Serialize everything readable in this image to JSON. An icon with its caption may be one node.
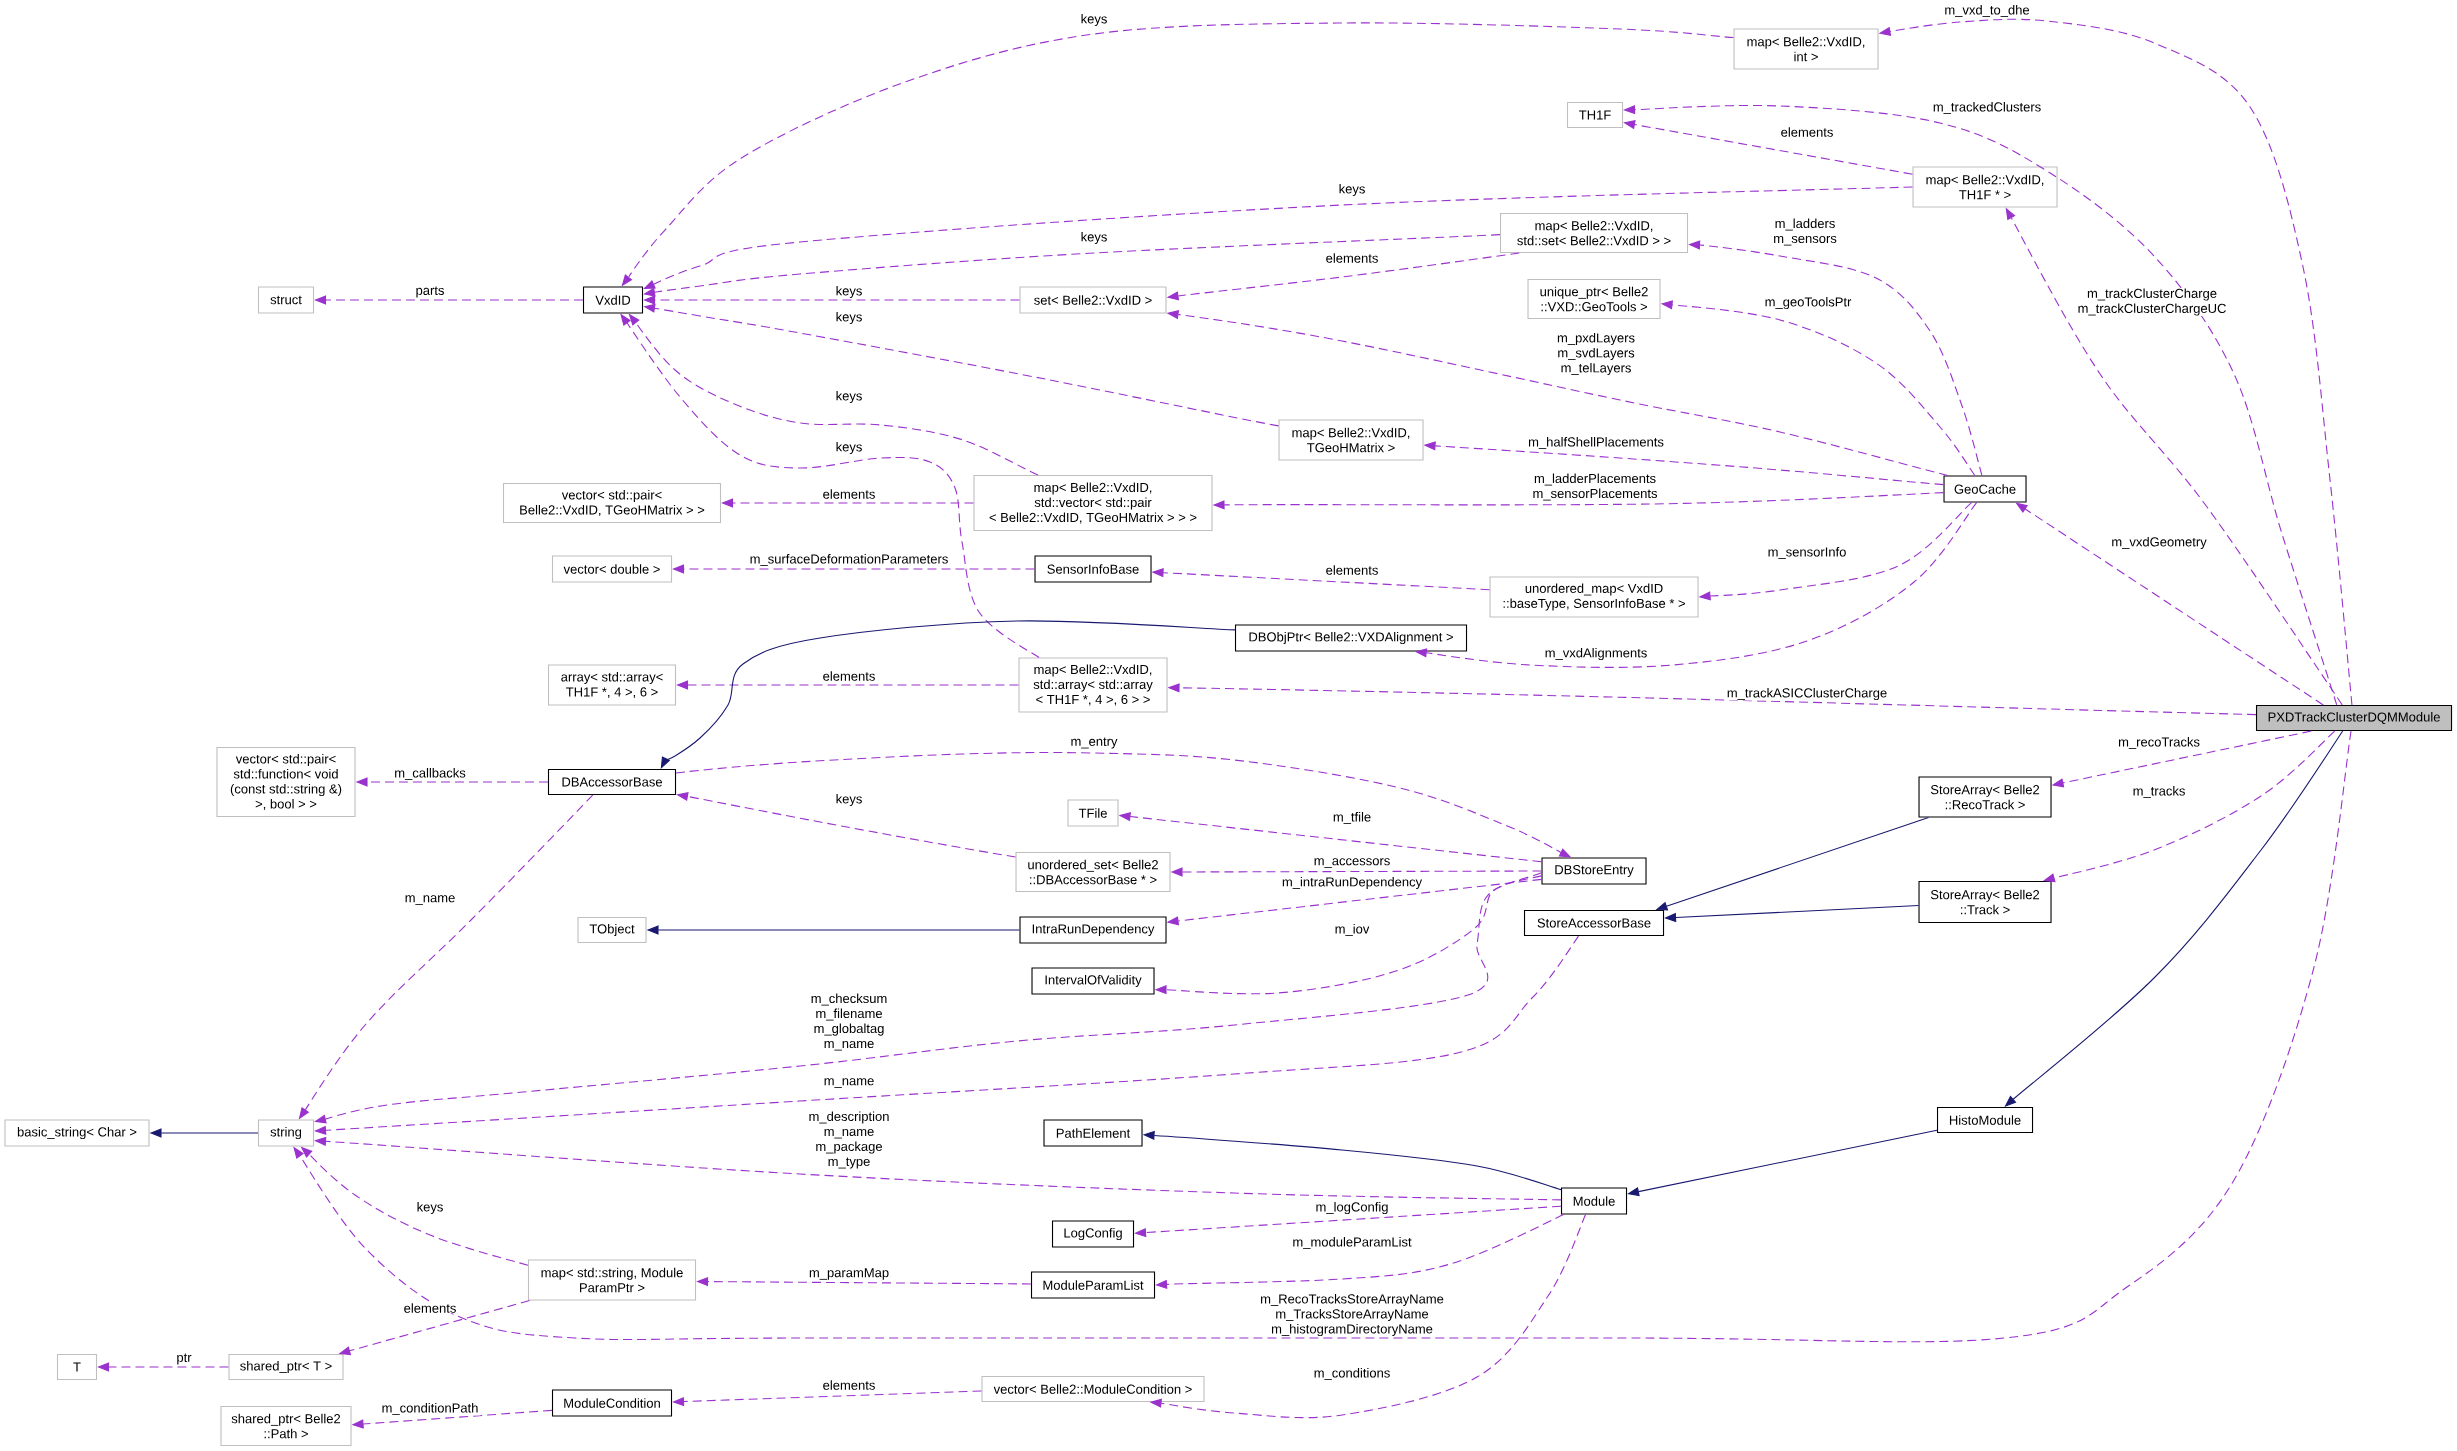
{
  "diagram": {
    "nodes": [
      {
        "text": [
          "map< Belle2::VxdID, int >"
        ]
      },
      {
        "text": [
          "TH1F"
        ]
      },
      {
        "text": [
          "map< Belle2::VxdID, TH1F * >"
        ]
      },
      {
        "text": [
          "map< Belle2::VxdID, std::set< Belle2::VxdID > >"
        ]
      },
      {
        "text": [
          "struct"
        ]
      },
      {
        "text": [
          "VxdID"
        ]
      },
      {
        "text": [
          "set< Belle2::VxdID >"
        ]
      },
      {
        "text": [
          "unique_ptr< Belle2 ::VXD::GeoTools >"
        ]
      },
      {
        "text": [
          "map< Belle2::VxdID, TGeoHMatrix >"
        ]
      },
      {
        "text": [
          "GeoCache"
        ]
      },
      {
        "text": [
          "vector< std::pair< Belle2::VxdID, TGeoHMatrix > >"
        ]
      },
      {
        "text": [
          "map< Belle2::VxdID, std::vector< std::pair < Belle2::VxdID, TGeoHMatrix > > >"
        ]
      },
      {
        "text": [
          "vector< double >"
        ]
      },
      {
        "text": [
          "SensorInfoBase"
        ]
      },
      {
        "text": [
          "unordered_map< VxdID ::baseType, SensorInfoBase * >"
        ]
      },
      {
        "text": [
          "DBObjPtr< Belle2::VXDAlignment >"
        ]
      },
      {
        "text": [
          "array< std::array< TH1F *, 4 >, 6 >"
        ]
      },
      {
        "text": [
          "map< Belle2::VxdID, std::array< std::array < TH1F *, 4 >, 6 > >"
        ]
      },
      {
        "text": [
          "PXDTrackClusterDQMModule"
        ]
      },
      {
        "text": [
          "vector< std::pair< std::function< void (const std::string &) >, bool > >"
        ]
      },
      {
        "text": [
          "DBAccessorBase"
        ]
      },
      {
        "text": [
          "StoreArray< Belle2 ::RecoTrack >"
        ]
      },
      {
        "text": [
          "TFile"
        ]
      },
      {
        "text": [
          "DBStoreEntry"
        ]
      },
      {
        "text": [
          "unordered_set< Belle2 ::DBAccessorBase * >"
        ]
      },
      {
        "text": [
          "StoreArray< Belle2 ::Track >"
        ]
      },
      {
        "text": [
          "StoreAccessorBase"
        ]
      },
      {
        "text": [
          "TObject"
        ]
      },
      {
        "text": [
          "IntraRunDependency"
        ]
      },
      {
        "text": [
          "IntervalOfValidity"
        ]
      },
      {
        "text": [
          "HistoModule"
        ]
      },
      {
        "text": [
          "basic_string< Char >"
        ]
      },
      {
        "text": [
          "string"
        ]
      },
      {
        "text": [
          "PathElement"
        ]
      },
      {
        "text": [
          "Module"
        ]
      },
      {
        "text": [
          "LogConfig"
        ]
      },
      {
        "text": [
          "map< std::string, Module ParamPtr >"
        ]
      },
      {
        "text": [
          "ModuleParamList"
        ]
      },
      {
        "text": [
          "T"
        ]
      },
      {
        "text": [
          "shared_ptr< T >"
        ]
      },
      {
        "text": [
          "vector< Belle2::ModuleCondition >"
        ]
      },
      {
        "text": [
          "ModuleCondition"
        ]
      },
      {
        "text": [
          "shared_ptr< Belle2 ::Path >"
        ]
      }
    ],
    "edges": [
      {
        "from": 5,
        "to": 4,
        "arrow": "to",
        "label": "parts",
        "style": "dashed"
      },
      {
        "from": 0,
        "to": 5,
        "arrow": "to",
        "label": "keys",
        "style": "dashed"
      },
      {
        "from": 2,
        "to": 5,
        "arrow": "to",
        "label": "keys",
        "style": "dashed"
      },
      {
        "from": 3,
        "to": 5,
        "arrow": "to",
        "label": "keys",
        "style": "dashed"
      },
      {
        "from": 6,
        "to": 5,
        "arrow": "to",
        "label": "keys",
        "style": "dashed"
      },
      {
        "from": 8,
        "to": 5,
        "arrow": "to",
        "label": "keys",
        "style": "dashed"
      },
      {
        "from": 11,
        "to": 5,
        "arrow": "to",
        "label": "keys",
        "style": "dashed"
      },
      {
        "from": 17,
        "to": 5,
        "arrow": "to",
        "label": "keys",
        "style": "dashed"
      },
      {
        "from": 2,
        "to": 1,
        "arrow": "to",
        "label": "elements",
        "style": "dashed"
      },
      {
        "from": 18,
        "to": 1,
        "arrow": "to",
        "label": "m_trackedClusters",
        "style": "dashed"
      },
      {
        "from": 18,
        "to": 0,
        "arrow": "to",
        "label": "m_vxd_to_dhe",
        "style": "dashed"
      },
      {
        "from": 3,
        "to": 6,
        "arrow": "to",
        "label": "elements",
        "style": "dashed"
      },
      {
        "from": 9,
        "to": 3,
        "arrow": "to",
        "label": "m_ladders m_sensors",
        "style": "dashed"
      },
      {
        "from": 9,
        "to": 7,
        "arrow": "to",
        "label": "m_geoToolsPtr",
        "style": "dashed"
      },
      {
        "from": 9,
        "to": 6,
        "arrow": "to",
        "label": "m_pxdLayers m_svdLayers m_telLayers",
        "style": "dashed"
      },
      {
        "from": 9,
        "to": 8,
        "arrow": "to",
        "label": "m_halfShellPlacements",
        "style": "dashed"
      },
      {
        "from": 9,
        "to": 11,
        "arrow": "to",
        "label": "m_ladderPlacements m_sensorPlacements",
        "style": "dashed"
      },
      {
        "from": 9,
        "to": 14,
        "arrow": "to",
        "label": "m_sensorInfo",
        "style": "dashed"
      },
      {
        "from": 9,
        "to": 15,
        "arrow": "to",
        "label": "m_vxdAlignments",
        "style": "dashed"
      },
      {
        "from": 11,
        "to": 10,
        "arrow": "to",
        "label": "elements",
        "style": "dashed"
      },
      {
        "from": 13,
        "to": 12,
        "arrow": "to",
        "label": "m_surfaceDeformationParameters",
        "style": "dashed"
      },
      {
        "from": 14,
        "to": 13,
        "arrow": "to",
        "label": "elements",
        "style": "dashed"
      },
      {
        "from": 17,
        "to": 16,
        "arrow": "to",
        "label": "elements",
        "style": "dashed"
      },
      {
        "from": 18,
        "to": 17,
        "arrow": "to",
        "label": "m_trackASICClusterCharge",
        "style": "dashed"
      },
      {
        "from": 18,
        "to": 2,
        "arrow": "to",
        "label": "m_trackClusterCharge m_trackClusterChargeUC",
        "style": "dashed"
      },
      {
        "from": 18,
        "to": 9,
        "arrow": "to",
        "label": "m_vxdGeometry",
        "style": "dashed"
      },
      {
        "from": 20,
        "to": 19,
        "arrow": "to",
        "label": "m_callbacks",
        "style": "dashed"
      },
      {
        "from": 20,
        "to": 23,
        "arrow": "to",
        "label": "m_entry",
        "style": "dashed"
      },
      {
        "from": 20,
        "to": 32,
        "arrow": "to",
        "label": "m_name",
        "style": "dashed"
      },
      {
        "from": 24,
        "to": 20,
        "arrow": "to",
        "label": "keys",
        "style": "dashed"
      },
      {
        "from": 23,
        "to": 22,
        "arrow": "to",
        "label": "m_tfile",
        "style": "dashed"
      },
      {
        "from": 23,
        "to": 24,
        "arrow": "to",
        "label": "m_accessors",
        "style": "dashed"
      },
      {
        "from": 23,
        "to": 28,
        "arrow": "to",
        "label": "m_intraRunDependency",
        "style": "dashed"
      },
      {
        "from": 23,
        "to": 29,
        "arrow": "to",
        "label": "m_iov",
        "style": "dashed"
      },
      {
        "from": 23,
        "to": 32,
        "arrow": "to",
        "label": "m_checksum m_filename m_globaltag m_name",
        "style": "dashed"
      },
      {
        "from": 26,
        "to": 32,
        "arrow": "to",
        "label": "m_name",
        "style": "dashed"
      },
      {
        "from": 34,
        "to": 32,
        "arrow": "to",
        "label": "m_description m_name m_package m_type",
        "style": "dashed"
      },
      {
        "from": 36,
        "to": 32,
        "arrow": "to",
        "label": "keys",
        "style": "dashed"
      },
      {
        "from": 36,
        "to": 39,
        "arrow": "to",
        "label": "elements",
        "style": "dashed"
      },
      {
        "from": 18,
        "to": 32,
        "arrow": "to",
        "label": "m_RecoTracksStoreArrayName m_TracksStoreArrayName m_histogramDirectoryName",
        "style": "dashed"
      },
      {
        "from": 39,
        "to": 38,
        "arrow": "to",
        "label": "ptr",
        "style": "dashed"
      },
      {
        "from": 41,
        "to": 42,
        "arrow": "to",
        "label": "m_conditionPath",
        "style": "dashed"
      },
      {
        "from": 40,
        "to": 41,
        "arrow": "to",
        "label": "elements",
        "style": "dashed"
      },
      {
        "from": 34,
        "to": 40,
        "arrow": "to",
        "label": "m_conditions",
        "style": "dashed"
      },
      {
        "from": 34,
        "to": 35,
        "arrow": "to",
        "label": "m_logConfig",
        "style": "dashed"
      },
      {
        "from": 34,
        "to": 37,
        "arrow": "to",
        "label": "m_moduleParamList",
        "style": "dashed"
      },
      {
        "from": 37,
        "to": 36,
        "arrow": "to",
        "label": "m_paramMap",
        "style": "dashed"
      },
      {
        "from": 18,
        "to": 21,
        "arrow": "to",
        "label": "m_recoTracks",
        "style": "dashed"
      },
      {
        "from": 18,
        "to": 25,
        "arrow": "to",
        "label": "m_tracks",
        "style": "dashed"
      },
      {
        "from": 15,
        "to": 20,
        "arrow": "to",
        "color": "#191970"
      },
      {
        "from": 28,
        "to": 27,
        "arrow": "to",
        "color": "#191970"
      },
      {
        "from": 32,
        "to": 31,
        "arrow": "to",
        "color": "#191970"
      },
      {
        "from": 34,
        "to": 33,
        "arrow": "to",
        "color": "#191970"
      },
      {
        "from": 30,
        "to": 34,
        "arrow": "to",
        "color": "#191970"
      },
      {
        "from": 18,
        "to": 30,
        "arrow": "to",
        "color": "#191970"
      },
      {
        "from": 21,
        "to": 26,
        "arrow": "to",
        "color": "#191970"
      },
      {
        "from": 25,
        "to": 26,
        "arrow": "to",
        "color": "#191970"
      }
    ]
  }
}
